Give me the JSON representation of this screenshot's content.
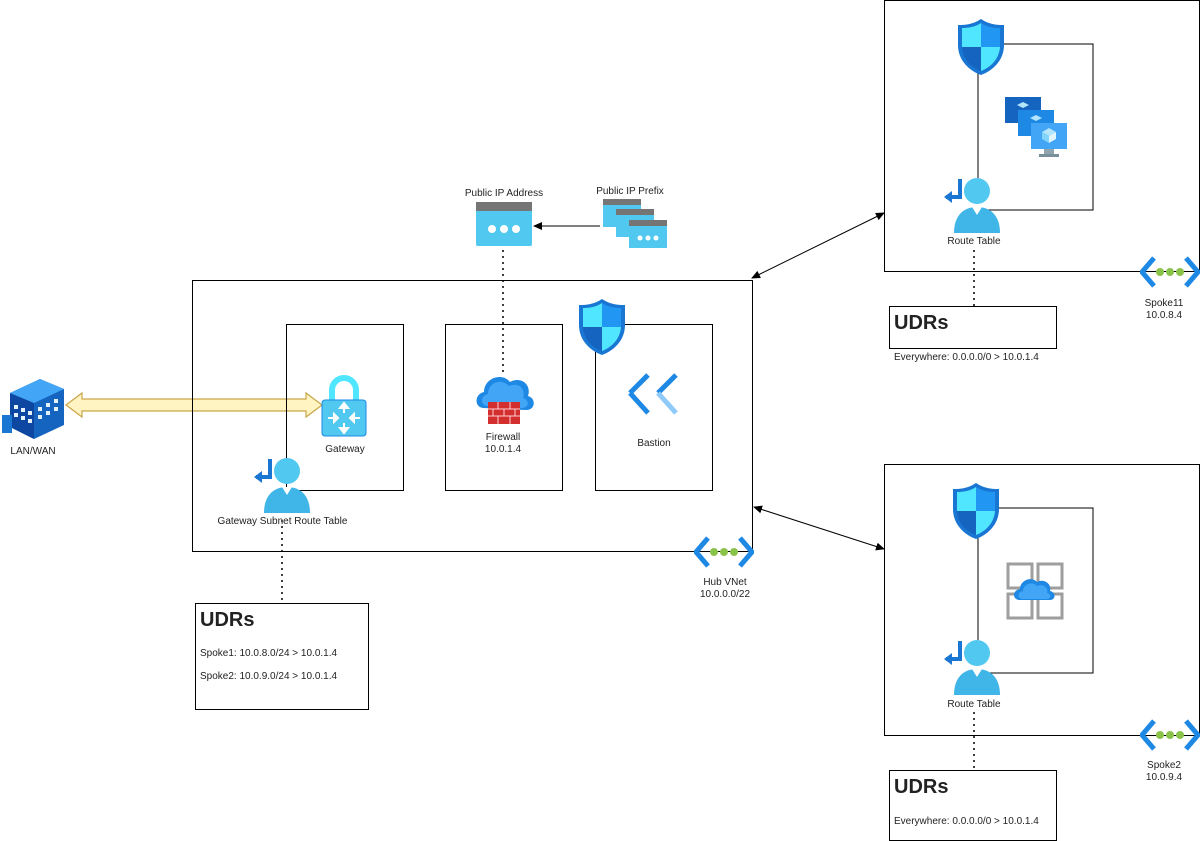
{
  "colors": {
    "azure_blue": "#1e88e5",
    "azure_light": "#50e6ff",
    "firewall_red": "#d32f2f",
    "arrow_fill": "#fff4c2",
    "arrow_stroke": "#c9a64a",
    "vnet_dot": "#8bc34a"
  },
  "icons": {
    "building": "building-icon",
    "gateway": "vpn-gateway-lock-icon",
    "firewall": "firewall-cloud-icon",
    "bastion": "bastion-icon",
    "shield": "nsg-shield-icon",
    "route_table": "route-table-user-icon",
    "vnet": "vnet-icon",
    "public_ip": "public-ip-icon",
    "public_ip_prefix": "public-ip-prefix-icon",
    "vm_scale_set": "vm-scale-set-icon",
    "app_service": "app-service-icon"
  },
  "labels": {
    "lan_wan": "LAN/WAN",
    "gateway": "Gateway",
    "gateway_subnet_rt": "Gateway Subnet Route Table",
    "firewall": "Firewall",
    "firewall_ip": "10.0.1.4",
    "bastion": "Bastion",
    "public_ip_address": "Public IP Address",
    "public_ip_prefix": "Public IP Prefix",
    "hub_vnet": "Hub VNet",
    "hub_vnet_cidr": "10.0.0.0/22",
    "spoke1_rt": "Route Table",
    "spoke1_name": "Spoke11",
    "spoke1_cidr": "10.0.8.4",
    "spoke2_rt": "Route Table",
    "spoke2_name": "Spoke2",
    "spoke2_cidr": "10.0.9.4"
  },
  "udr_hub": {
    "title": "UDRs",
    "lines": [
      "Spoke1: 10.0.8.0/24 > 10.0.1.4",
      "Spoke2: 10.0.9.0/24 > 10.0.1.4"
    ]
  },
  "udr_spoke1": {
    "title": "UDRs",
    "lines": [
      "Everywhere: 0.0.0.0/0 > 10.0.1.4"
    ]
  },
  "udr_spoke2": {
    "title": "UDRs",
    "lines": [
      "Everywhere: 0.0.0.0/0 > 10.0.1.4"
    ]
  }
}
